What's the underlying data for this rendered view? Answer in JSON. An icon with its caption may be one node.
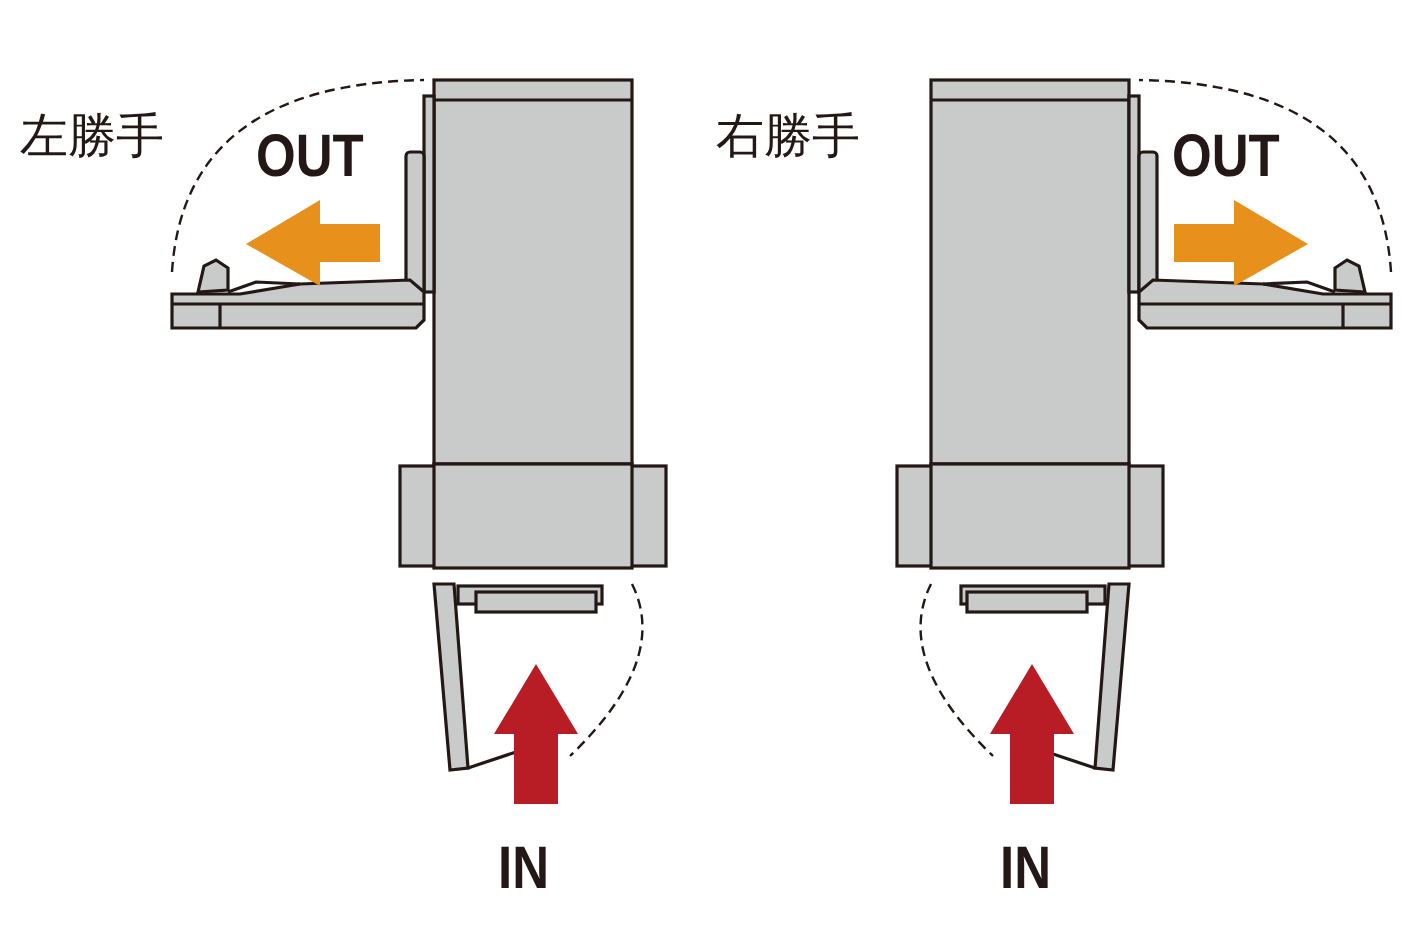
{
  "diagram": {
    "labels": [
      "左勝手",
      "OUT",
      "右勝手",
      "OUT",
      "IN",
      "IN"
    ]
  }
}
